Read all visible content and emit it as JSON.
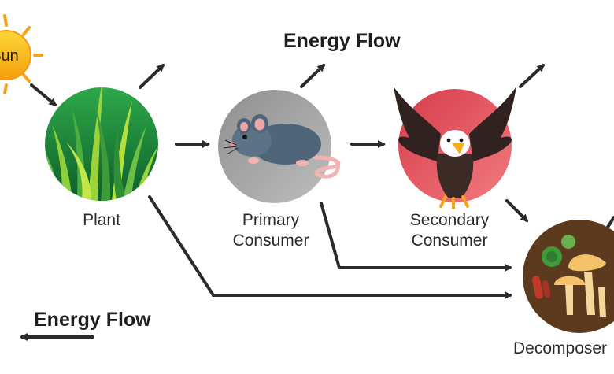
{
  "diagram": {
    "top_title": "Energy Flow",
    "bottom_title": "Energy Flow",
    "sun_label": "Sun",
    "nodes": [
      {
        "id": "plant",
        "label": "Plant"
      },
      {
        "id": "primary",
        "label": "Primary Consumer"
      },
      {
        "id": "secondary",
        "label": "Secondary Consumer"
      },
      {
        "id": "decomposer",
        "label": "Decomposer"
      }
    ],
    "colors": {
      "arrow": "#2b2b2b",
      "sun": "#f7b71d",
      "plant_circle": "#1e8a3a",
      "primary_circle": "#a6a6a6",
      "secondary_circle": "#e8565f",
      "decomposer_circle": "#5c3a1e"
    },
    "icons": {
      "sun": "sun-icon",
      "plant": "grass-icon",
      "primary": "mouse-icon",
      "secondary": "eagle-icon",
      "decomposer": "mushroom-icon"
    }
  }
}
